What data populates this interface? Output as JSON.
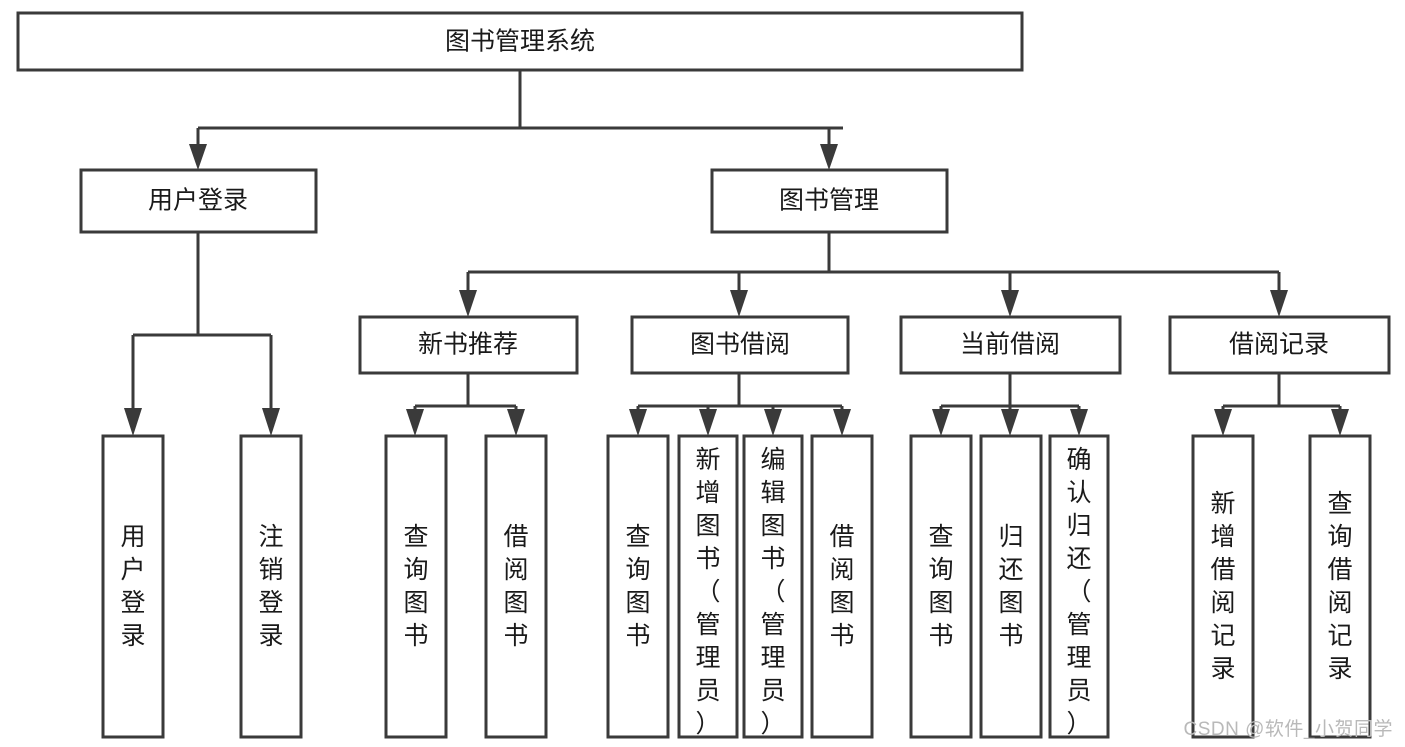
{
  "diagram": {
    "title": "图书管理系统",
    "type": "tree",
    "watermark": "CSDN @软件_小贺同学",
    "colors": {
      "stroke": "#3a3a3a",
      "fill": "#ffffff",
      "text": "#1a1a1a",
      "watermark": "#b9b9b9"
    },
    "nodes": {
      "root": {
        "label": "图书管理系统",
        "orientation": "horizontal"
      },
      "level2": [
        {
          "id": "user-login",
          "label": "用户登录",
          "orientation": "horizontal"
        },
        {
          "id": "book-manage",
          "label": "图书管理",
          "orientation": "horizontal"
        }
      ],
      "level3": [
        {
          "id": "new-book-rec",
          "label": "新书推荐",
          "orientation": "horizontal"
        },
        {
          "id": "book-borrow",
          "label": "图书借阅",
          "orientation": "horizontal"
        },
        {
          "id": "current-borrow",
          "label": "当前借阅",
          "orientation": "horizontal"
        },
        {
          "id": "borrow-record",
          "label": "借阅记录",
          "orientation": "horizontal"
        }
      ],
      "leaves": [
        {
          "id": "leaf-user-login",
          "label": "用户登录",
          "parent": "user-login",
          "orientation": "vertical",
          "align": "middle"
        },
        {
          "id": "leaf-user-logout",
          "label": "注销登录",
          "parent": "user-login",
          "orientation": "vertical",
          "align": "middle"
        },
        {
          "id": "leaf-query-book-1",
          "label": "查询图书",
          "parent": "new-book-rec",
          "orientation": "vertical",
          "align": "middle"
        },
        {
          "id": "leaf-borrow-book-1",
          "label": "借阅图书",
          "parent": "new-book-rec",
          "orientation": "vertical",
          "align": "middle"
        },
        {
          "id": "leaf-query-book-2",
          "label": "查询图书",
          "parent": "book-borrow",
          "orientation": "vertical",
          "align": "middle"
        },
        {
          "id": "leaf-add-book-admin",
          "label": "新增图书（管理员）",
          "parent": "book-borrow",
          "orientation": "vertical",
          "align": "top"
        },
        {
          "id": "leaf-edit-book-admin",
          "label": "编辑图书（管理员）",
          "parent": "book-borrow",
          "orientation": "vertical",
          "align": "top"
        },
        {
          "id": "leaf-borrow-book-2",
          "label": "借阅图书",
          "parent": "book-borrow",
          "orientation": "vertical",
          "align": "middle"
        },
        {
          "id": "leaf-query-book-3",
          "label": "查询图书",
          "parent": "current-borrow",
          "orientation": "vertical",
          "align": "middle"
        },
        {
          "id": "leaf-return-book",
          "label": "归还图书",
          "parent": "current-borrow",
          "orientation": "vertical",
          "align": "middle"
        },
        {
          "id": "leaf-confirm-return-admin",
          "label": "确认归还（管理员）",
          "parent": "current-borrow",
          "orientation": "vertical",
          "align": "top"
        },
        {
          "id": "leaf-add-record",
          "label": "新增借阅记录",
          "parent": "borrow-record",
          "orientation": "vertical",
          "align": "middle"
        },
        {
          "id": "leaf-query-record",
          "label": "查询借阅记录",
          "parent": "borrow-record",
          "orientation": "vertical",
          "align": "middle"
        }
      ]
    }
  }
}
